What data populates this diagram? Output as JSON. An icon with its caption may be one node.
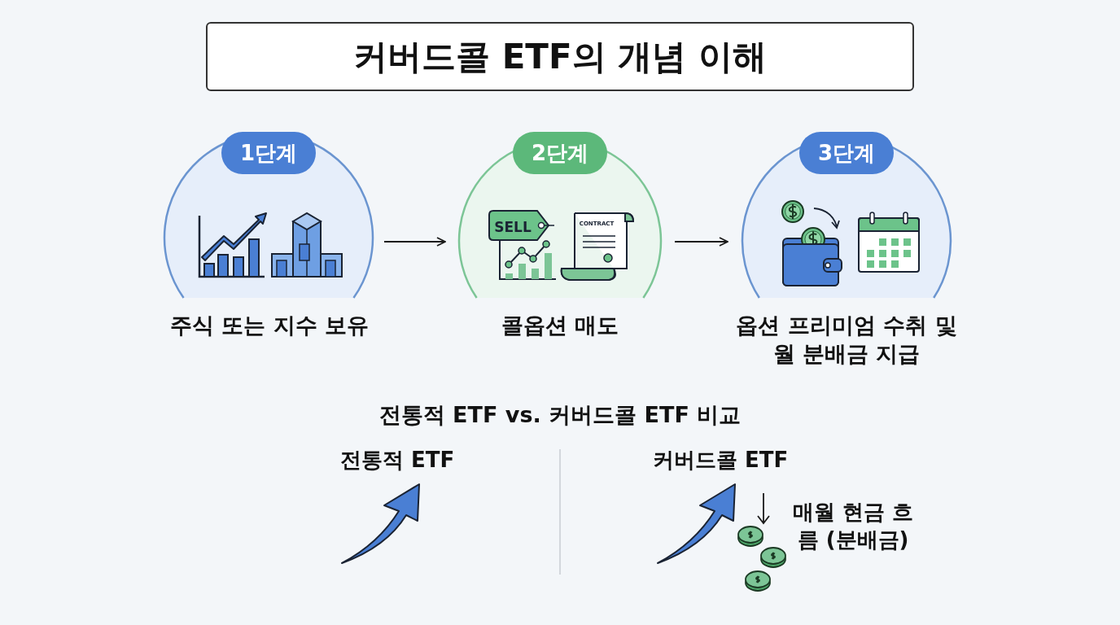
{
  "diagram": {
    "title": "커버드콜 ETF의 개념 이해",
    "nodes": [
      {
        "text": [
          "1단계",
          "주식 또는 지수 보유"
        ]
      },
      {
        "text": [
          "2단계",
          "콜옵션 매도"
        ]
      },
      {
        "text": [
          "3단계",
          "옵션 프리미엄 수취 및 월 분배금 지급"
        ]
      }
    ],
    "edges": [
      {
        "from": 0,
        "to": 1,
        "arrow": "to"
      },
      {
        "from": 1,
        "to": 2,
        "arrow": "to"
      }
    ],
    "labels": [
      "SELL",
      "CONTRACT",
      "전통적 ETF vs. 커버드콜 ETF 비교",
      "전통적 ETF",
      "커버드콜 ETF",
      "매월 현금 흐름 (분배금)"
    ]
  }
}
